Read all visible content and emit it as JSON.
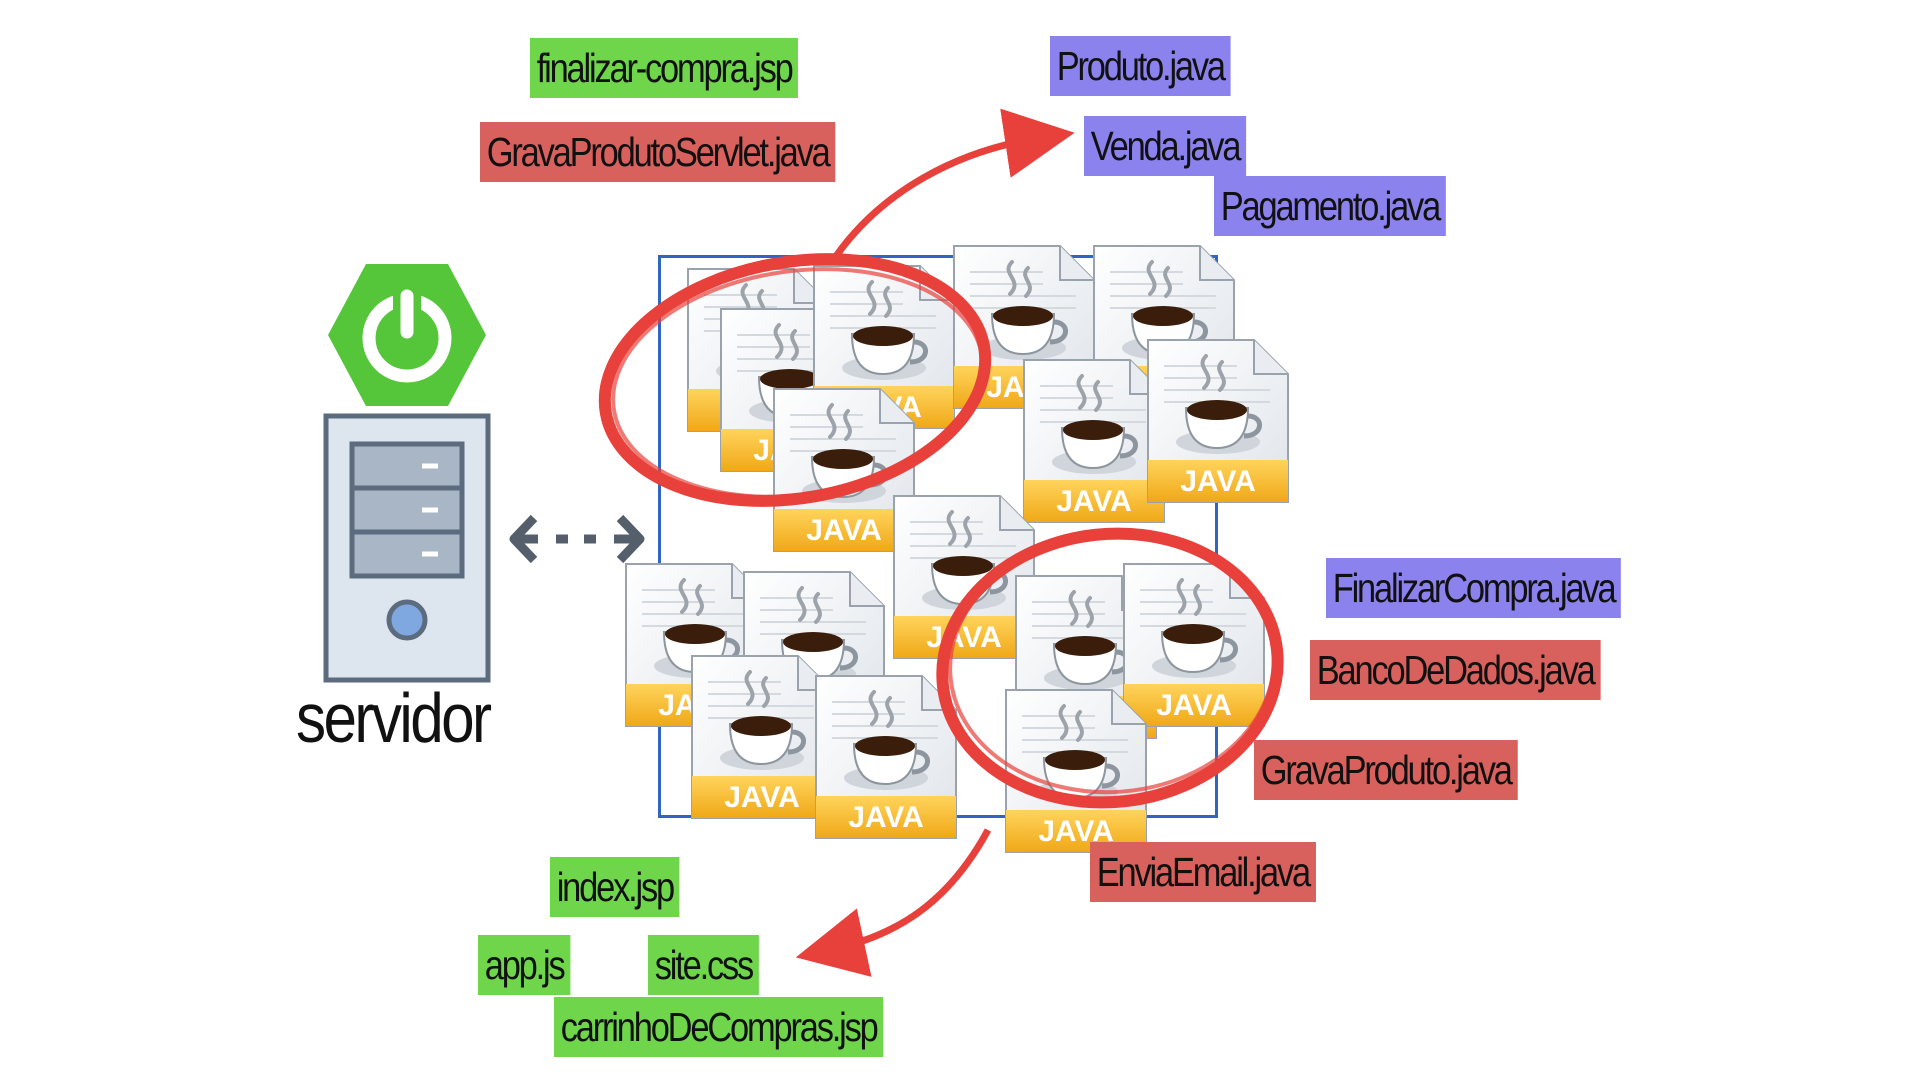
{
  "server": {
    "label": "servidor",
    "icon": "server-icon",
    "logo": "spring-boot-power-icon"
  },
  "java_file_label": "JAVA",
  "labels": {
    "finalizar_compra_jsp": "finalizar-compra.jsp",
    "grava_produto_servlet": "GravaProdutoServlet.java",
    "produto_java": "Produto.java",
    "venda_java": "Venda.java",
    "pagamento_java": "Pagamento.java",
    "finalizar_compra_java": "FinalizarCompra.java",
    "banco_de_dados_java": "BancoDeDados.java",
    "grava_produto_java": "GravaProduto.java",
    "envia_email_java": "EnviaEmail.java",
    "index_jsp": "index.jsp",
    "app_js": "app.js",
    "site_css": "site.css",
    "carrinho_jsp": "carrinhoDeCompras.jsp"
  },
  "colors": {
    "web": "#6fd64c",
    "controller": "#d9615d",
    "model": "#8b82ee",
    "circle": "#e8403a",
    "spring": "#6db33f"
  }
}
